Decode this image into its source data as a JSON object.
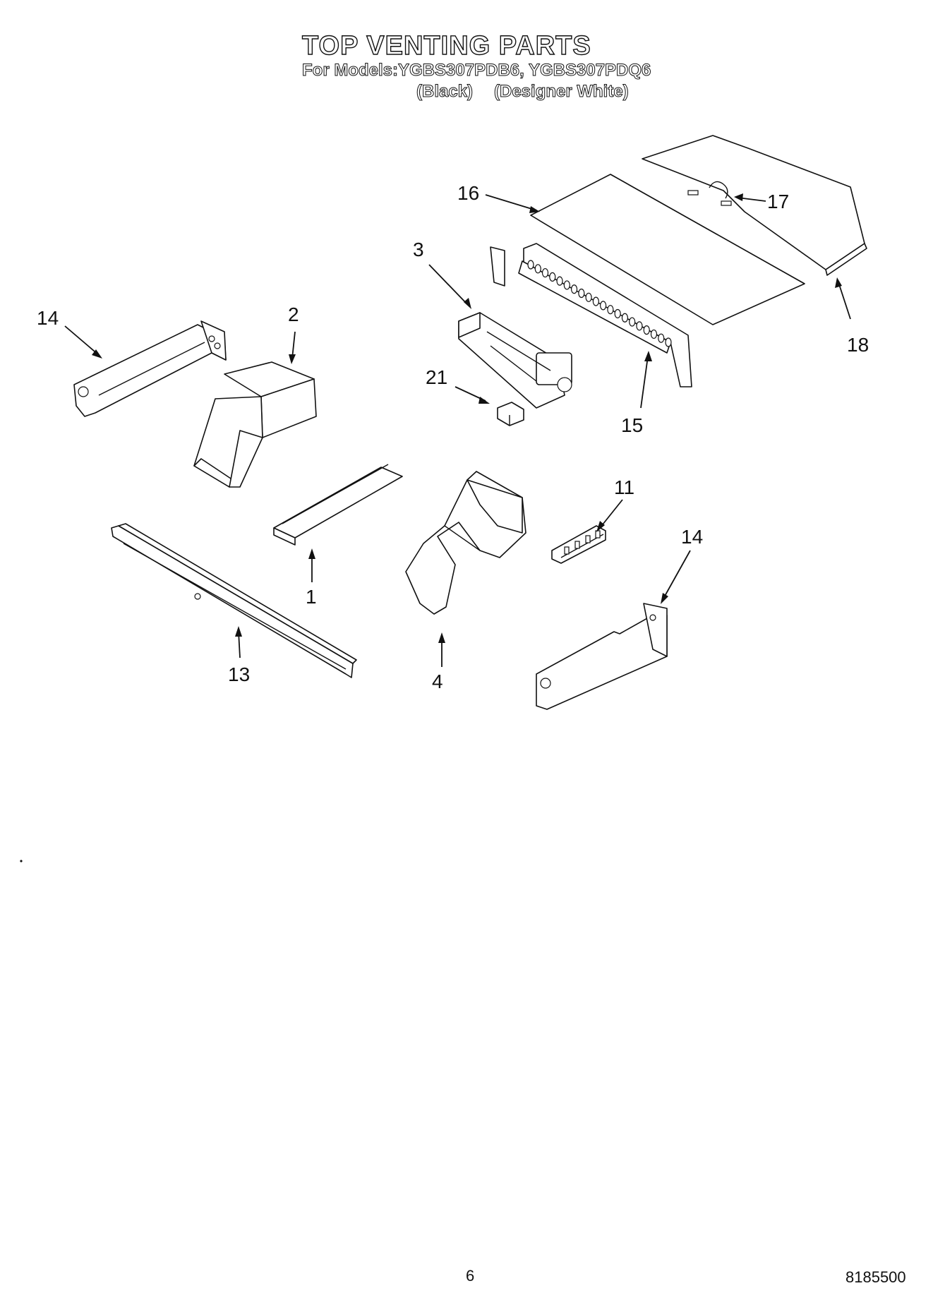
{
  "header": {
    "title": "TOP VENTING PARTS",
    "models": "For Models:YGBS307PDB6, YGBS307PDQ6",
    "variant_1": "(Black)",
    "variant_2": "(Designer White)"
  },
  "callouts": {
    "c1": "1",
    "c2": "2",
    "c3": "3",
    "c4": "4",
    "c11": "11",
    "c13": "13",
    "c14a": "14",
    "c14b": "14",
    "c15": "15",
    "c16": "16",
    "c17": "17",
    "c18": "18",
    "c21": "21"
  },
  "footer": {
    "page_number": "6",
    "doc_number": "8185500"
  }
}
